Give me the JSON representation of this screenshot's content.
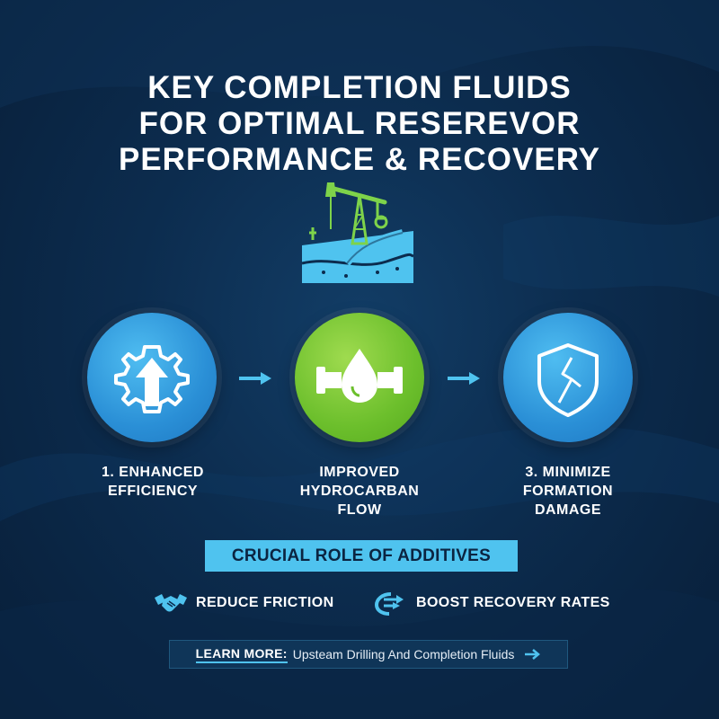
{
  "title": {
    "line1": "KEY COMPLETION FLUIDS",
    "line2": "FOR OPTIMAL RESEREVOR",
    "line3": "PERFORMANCE & RECOVERY"
  },
  "hero_icon": "oil-pumpjack-reservoir-icon",
  "steps": [
    {
      "icon": "gear-up-arrow-icon",
      "line1": "1. ENHANCED",
      "line2": "EFFICIENCY",
      "line3": ""
    },
    {
      "icon": "pipe-droplet-icon",
      "line1": "IMPROVED",
      "line2": "HYDROCARBAN",
      "line3": "FLOW"
    },
    {
      "icon": "cracked-shield-icon",
      "line1": "3. MINIMIZE",
      "line2": "FORMATION",
      "line3": "DAMAGE"
    }
  ],
  "banner": {
    "label": "CRUCIAL ROLE OF ADDITIVES"
  },
  "benefits": [
    {
      "icon": "handshake-icon",
      "label": "REDUCE FRICTION"
    },
    {
      "icon": "recovery-arrows-icon",
      "label": "BOOST RECOVERY RATES"
    }
  ],
  "learn_more": {
    "label": "LEARN MORE:",
    "text": "Upsteam Drilling And Completion Fluids",
    "icon": "arrow-right-icon"
  },
  "colors": {
    "accent_blue": "#4fc3ef",
    "circle_blue": "#2a8fd6",
    "circle_green": "#6cbf2c",
    "background": "#0c2c4e"
  }
}
